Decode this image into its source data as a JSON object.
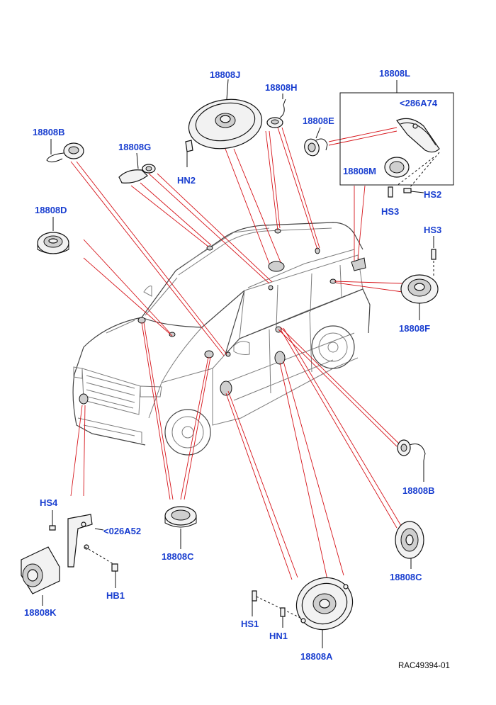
{
  "labels": {
    "l_18808J": "18808J",
    "l_18808H": "18808H",
    "l_18808L": "18808L",
    "l_286A74": "<286A74",
    "l_18808E": "18808E",
    "l_18808M": "18808M",
    "l_HS2_top": "HS2",
    "l_HS3_top": "HS3",
    "l_18808B_top": "18808B",
    "l_18808G": "18808G",
    "l_HN2": "HN2",
    "l_18808D": "18808D",
    "l_HS3_right": "HS3",
    "l_18808F": "18808F",
    "l_18808B_right": "18808B",
    "l_HS4": "HS4",
    "l_026A52": "<026A52",
    "l_18808C_left": "18808C",
    "l_HB1": "HB1",
    "l_18808K": "18808K",
    "l_18808C_right": "18808C",
    "l_HS1": "HS1",
    "l_HN1": "HN1",
    "l_18808A": "18808A"
  },
  "reference": "RAC49394-01"
}
